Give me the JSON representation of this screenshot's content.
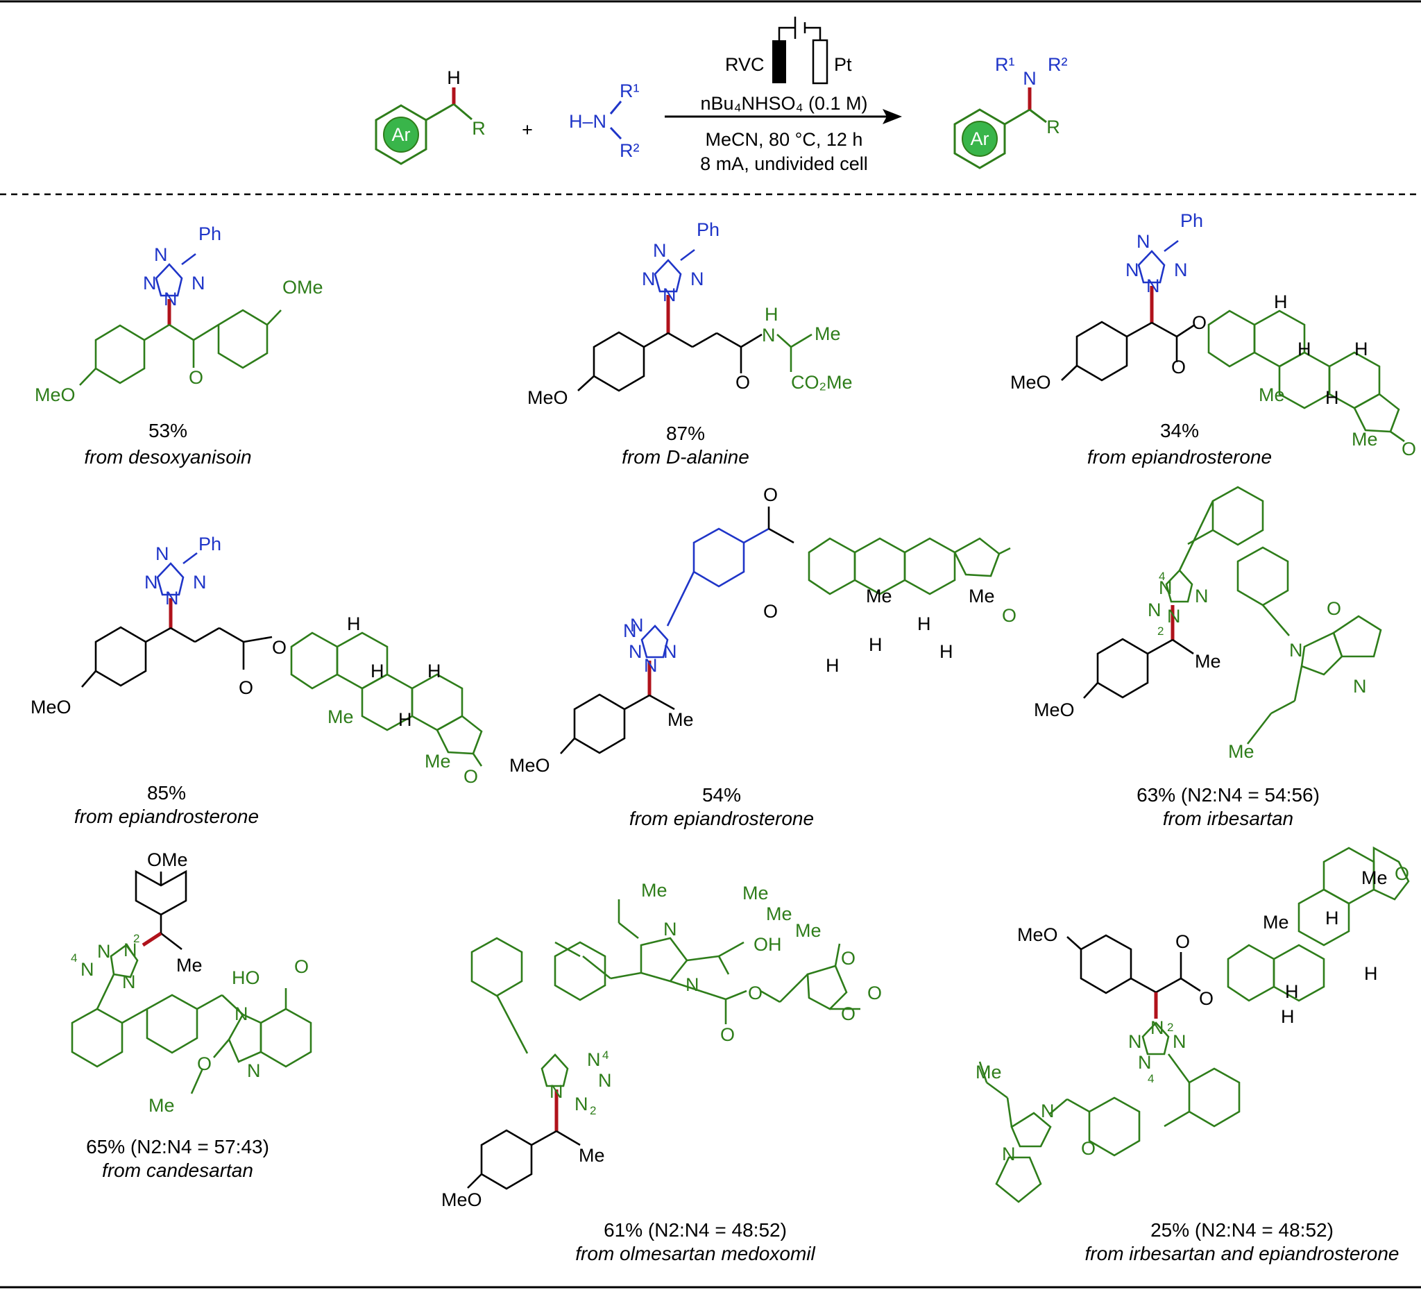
{
  "colors": {
    "green": "#2e7d1a",
    "blue": "#1f35c8",
    "red": "#b0121b",
    "black": "#000000"
  },
  "scheme": {
    "electrode_left": "RVC",
    "electrode_right": "Pt",
    "conditions": [
      "nBu₄NHSO₄ (0.1 M)",
      "MeCN, 80 °C, 12 h",
      "8 mA, undivided cell"
    ],
    "substrate_ring": "Ar",
    "H": "H",
    "R": "R",
    "plus": "+",
    "amine_H": "H–N",
    "R1": "R¹",
    "R2": "R²",
    "product_N": "N"
  },
  "products": [
    {
      "yield": "53%",
      "source": "from desoxyanisoin"
    },
    {
      "yield": "87%",
      "source": "from D-alanine"
    },
    {
      "yield": "34%",
      "source": "from epiandrosterone"
    },
    {
      "yield": "85%",
      "source": "from epiandrosterone"
    },
    {
      "yield": "54%",
      "source": "from epiandrosterone"
    },
    {
      "yield": "63% (N2:N4 = 54:56)",
      "source": "from irbesartan"
    },
    {
      "yield": "65% (N2:N4 = 57:43)",
      "source": "from candesartan"
    },
    {
      "yield": "61% (N2:N4 = 48:52)",
      "source": "from olmesartan medoxomil"
    },
    {
      "yield": "25% (N2:N4 = 48:52)",
      "source": "from irbesartan and epiandrosterone"
    }
  ],
  "atoms": {
    "Ph": "Ph",
    "N": "N",
    "OMe": "OMe",
    "MeO": "MeO",
    "O": "O",
    "H": "H",
    "Me": "Me",
    "NH": "H",
    "CO2Me": "CO₂Me",
    "HO": "HO",
    "OH": "OH",
    "n2": "2",
    "n4": "4"
  }
}
